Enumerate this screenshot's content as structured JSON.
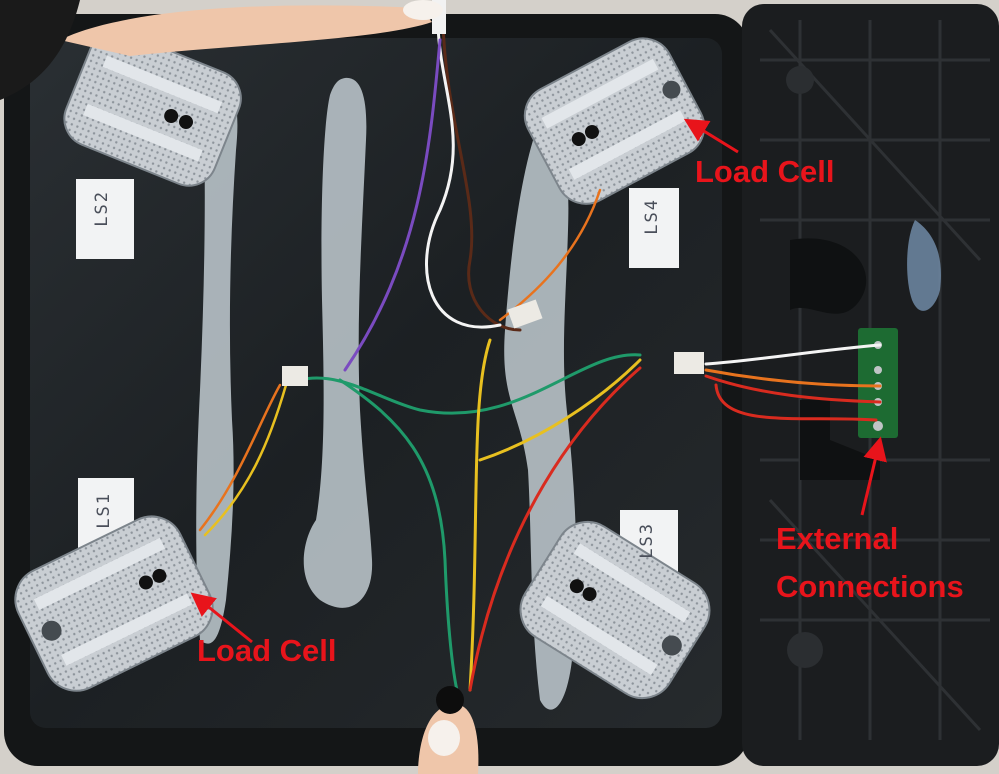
{
  "labels": {
    "cell_top_right": "Load Cell",
    "cell_bottom_left": "Load Cell",
    "external_line1": "External",
    "external_line2": "Connections"
  },
  "handwritten_notes": {
    "ls2": "LS2",
    "ls4": "LS4",
    "ls1": "LS1",
    "ls3": "LS3"
  },
  "colors": {
    "annotation_red": "#e8141b",
    "wire_red": "#d92b1f",
    "wire_orange": "#e8731e",
    "wire_yellow": "#e8c020",
    "wire_green": "#1f9a6a",
    "wire_white": "#f4f4f4",
    "wire_purple": "#7a4bc0",
    "wire_brown": "#5a2a18",
    "pcb_green": "#1d6b32",
    "glass_dark": "#1f2326",
    "frame_black": "#161819"
  }
}
